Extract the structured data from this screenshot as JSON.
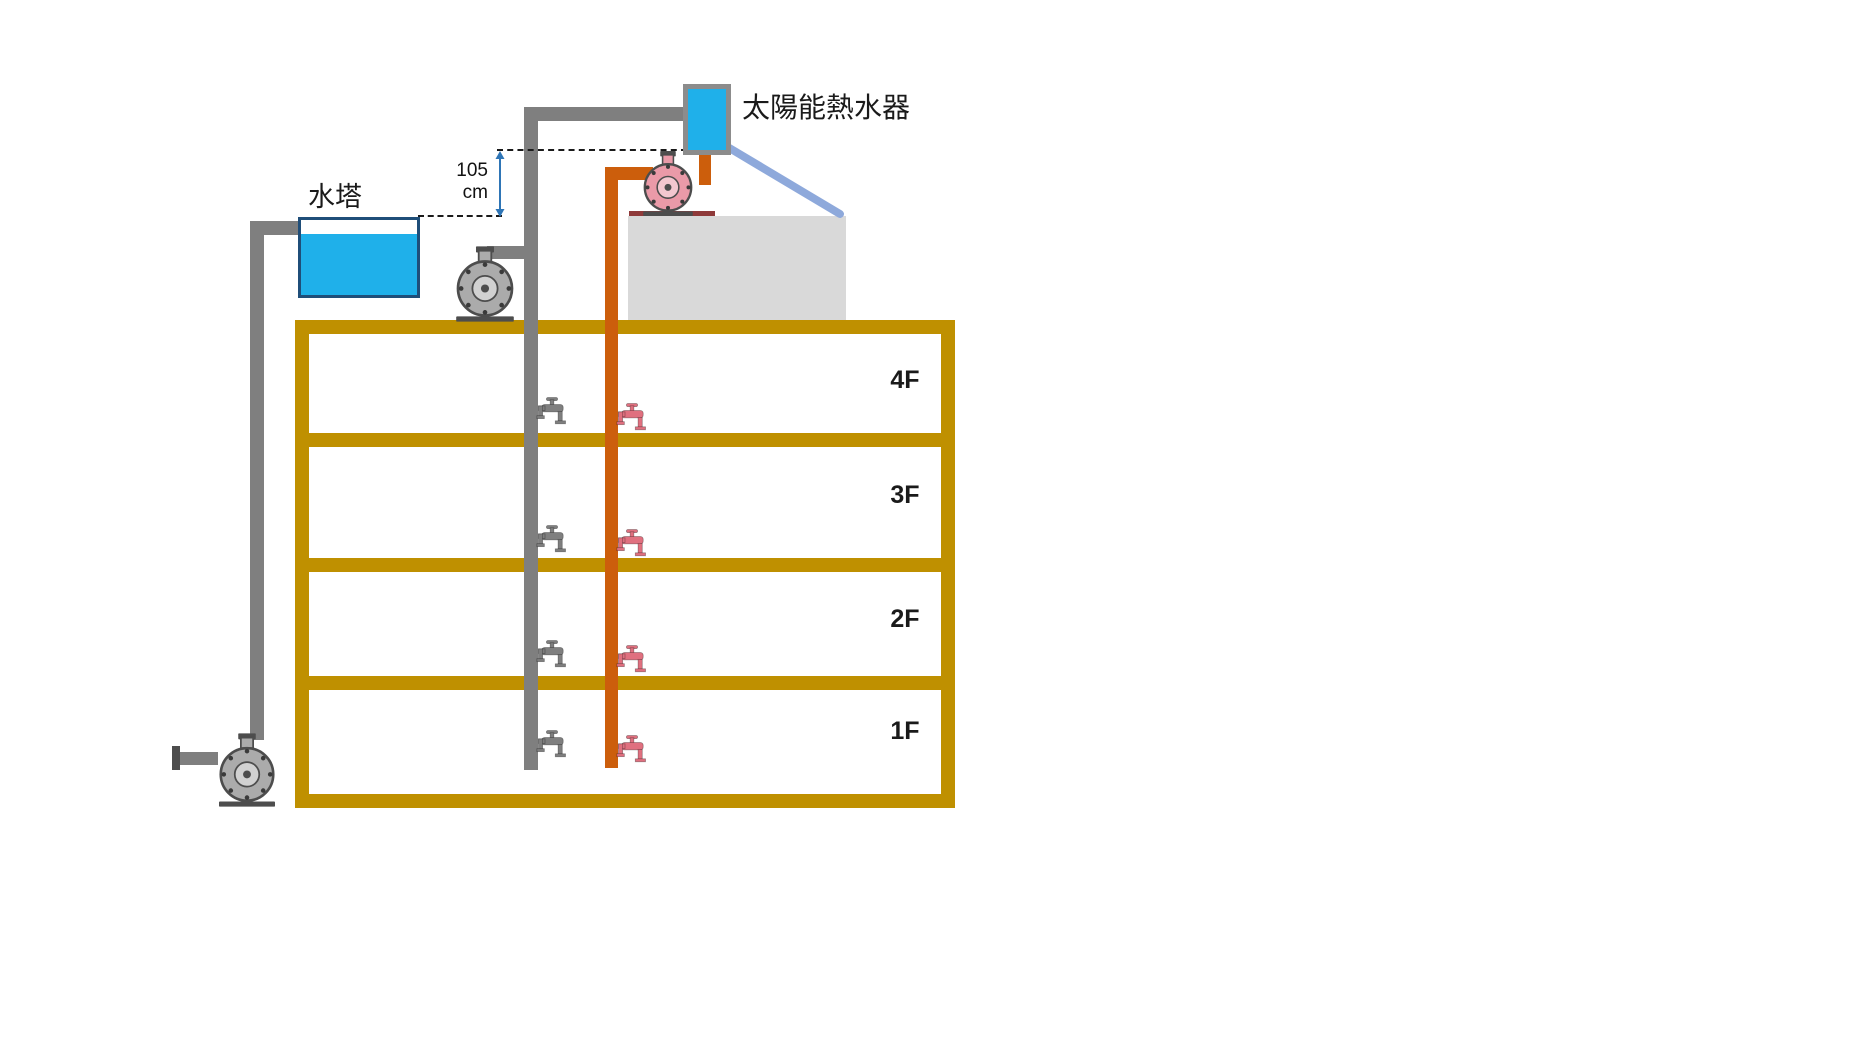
{
  "labels": {
    "solar_heater": "太陽能熱水器",
    "water_tower": "水塔",
    "height_measure": "105 cm"
  },
  "floors": [
    {
      "label": "4F"
    },
    {
      "label": "3F"
    },
    {
      "label": "2F"
    },
    {
      "label": "1F"
    }
  ],
  "colors": {
    "water": "#1FB0EA",
    "tank_border": "#1F4E79",
    "building": "#BF9000",
    "cold_pipe": "#7F7F7F",
    "hot_pipe": "#CC5E0C",
    "measure_arrow": "#2E75B6",
    "concrete": "#D9D9D9",
    "panel_support": "#8EA9DB",
    "cold_equipment": "#ABABAB",
    "hot_equipment": "#EA9AA8",
    "cold_faucet": "#7F7F7F",
    "hot_faucet": "#E0707F"
  }
}
